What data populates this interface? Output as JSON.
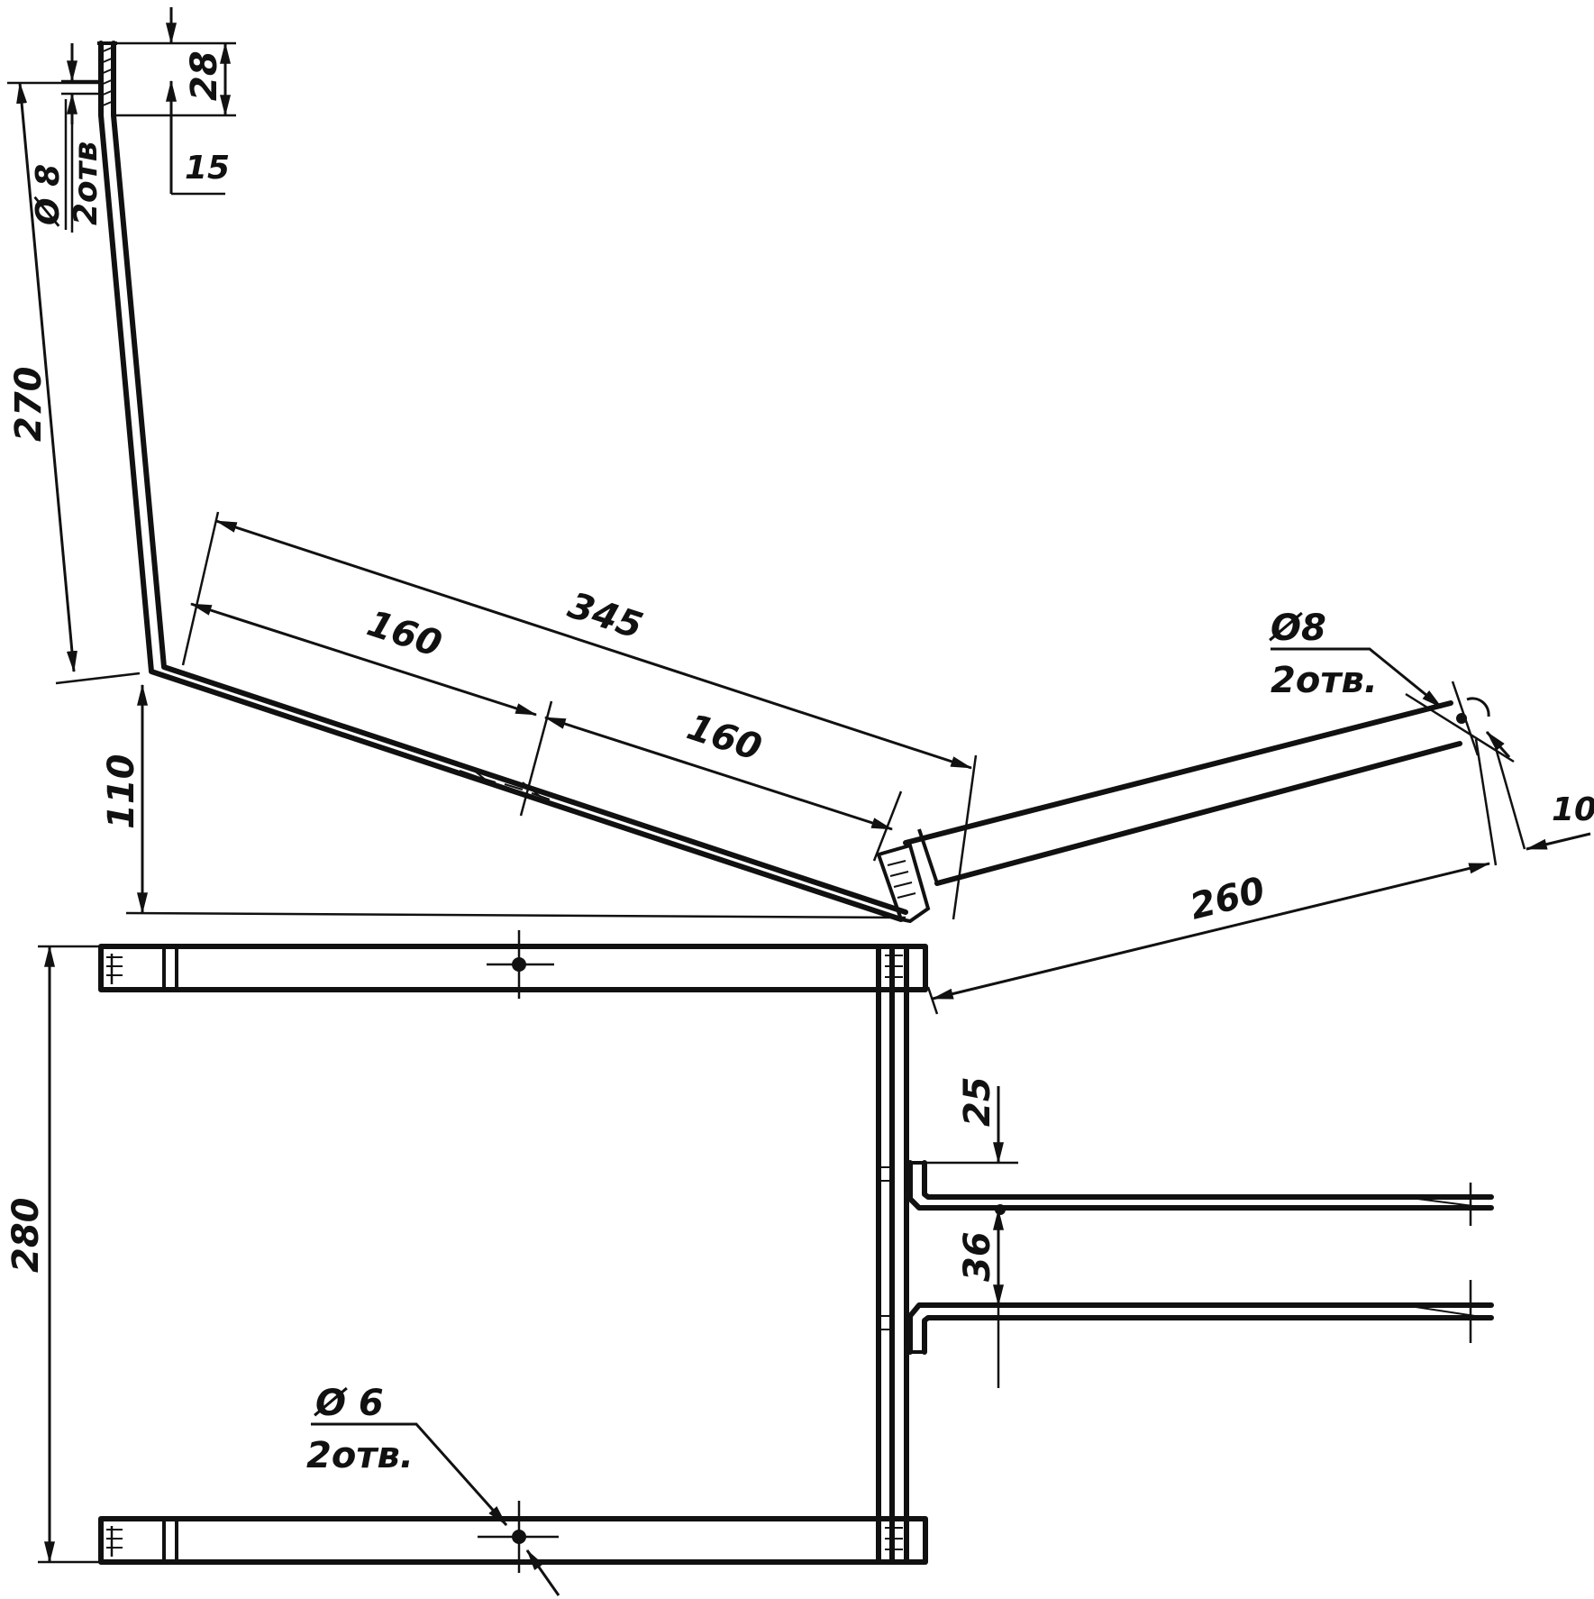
{
  "dimensions": {
    "d28": "28",
    "d15": "15",
    "d270": "270",
    "d110": "110",
    "d345": "345",
    "d160a": "160",
    "d160b": "160",
    "d260": "260",
    "d10": "10",
    "d25": "25",
    "d36": "36",
    "d280": "280"
  },
  "hole_callouts": {
    "top_left": {
      "diameter": "Ø 8",
      "count": "2отв"
    },
    "right": {
      "diameter": "Ø8",
      "count": "2отв."
    },
    "bottom": {
      "diameter": "Ø 6",
      "count": "2отв."
    }
  }
}
